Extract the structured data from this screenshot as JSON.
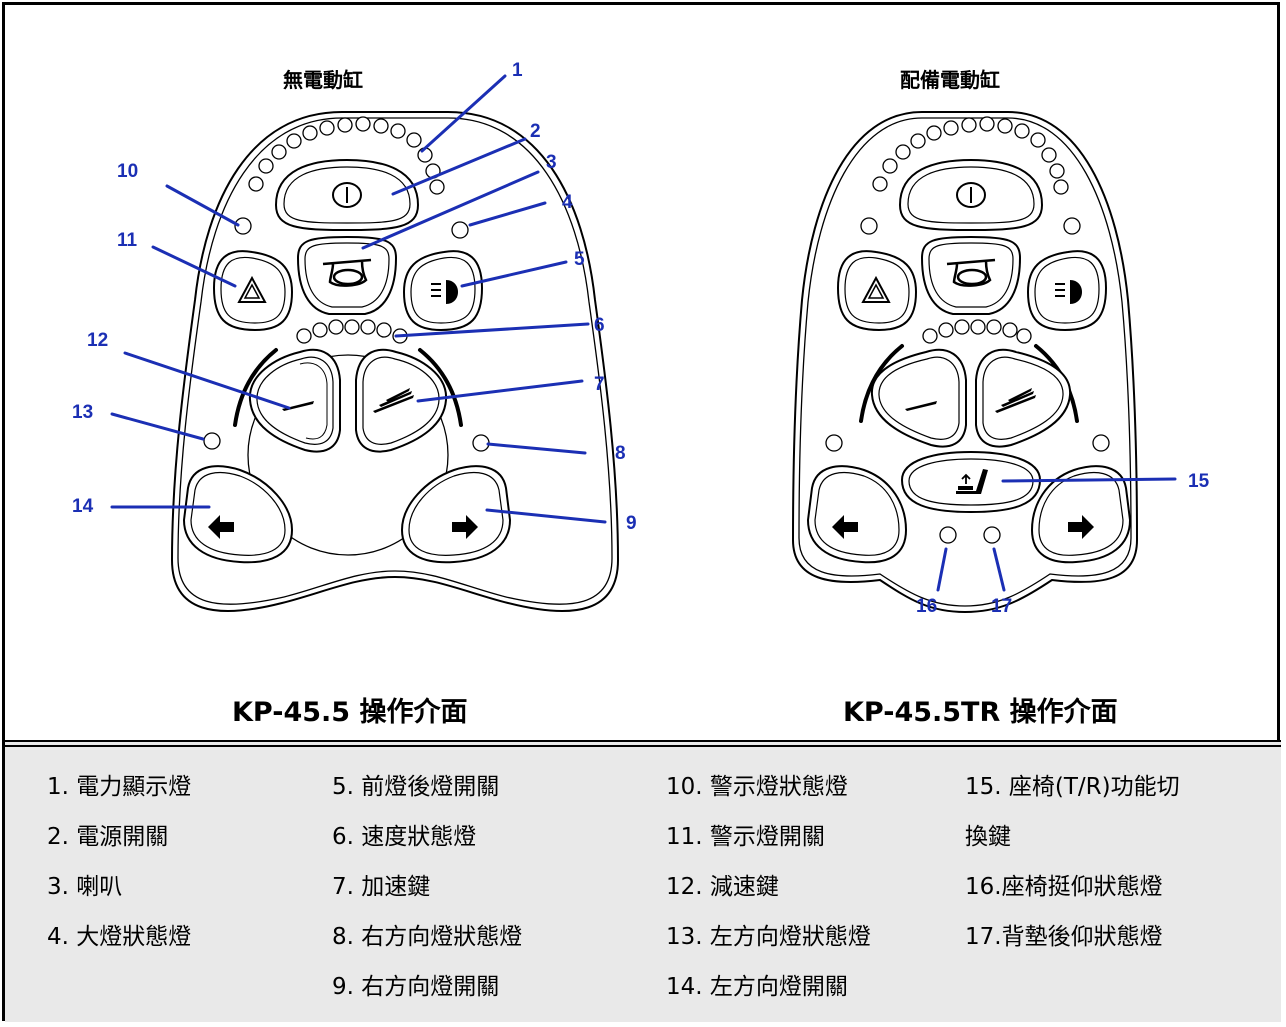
{
  "panels": [
    {
      "title": "無電動缸",
      "interface_label": "KP-45.5 操作介面"
    },
    {
      "title": "配備電動缸",
      "interface_label": "KP-45.5TR 操作介面"
    }
  ],
  "callouts": [
    "1",
    "2",
    "3",
    "4",
    "5",
    "6",
    "7",
    "8",
    "9",
    "10",
    "11",
    "12",
    "13",
    "14",
    "15",
    "16",
    "17"
  ],
  "legend": [
    "1. 電力顯示燈",
    "2. 電源開關",
    "3. 喇叭",
    "4. 大燈狀態燈",
    "5. 前燈後燈開關",
    "6. 速度狀態燈",
    "7. 加速鍵",
    "8. 右方向燈狀態燈",
    "9. 右方向燈開關",
    "10. 警示燈狀態燈",
    "11. 警示燈開關",
    "12. 減速鍵",
    "13. 左方向燈狀態燈",
    "14. 左方向燈開關",
    "15. 座椅(T/R)功能切",
    "換鍵",
    "16.座椅挺仰狀態燈",
    "17.背墊後仰狀態燈"
  ],
  "colors": {
    "callout": "#1b2fb4",
    "legend_bg": "#e9e9e9",
    "line": "#000000"
  },
  "icons": [
    "power-icon",
    "horn-icon",
    "hazard-icon",
    "headlight-icon",
    "slow-icon",
    "fast-icon",
    "left-arrow-icon",
    "right-arrow-icon",
    "seat-icon"
  ]
}
